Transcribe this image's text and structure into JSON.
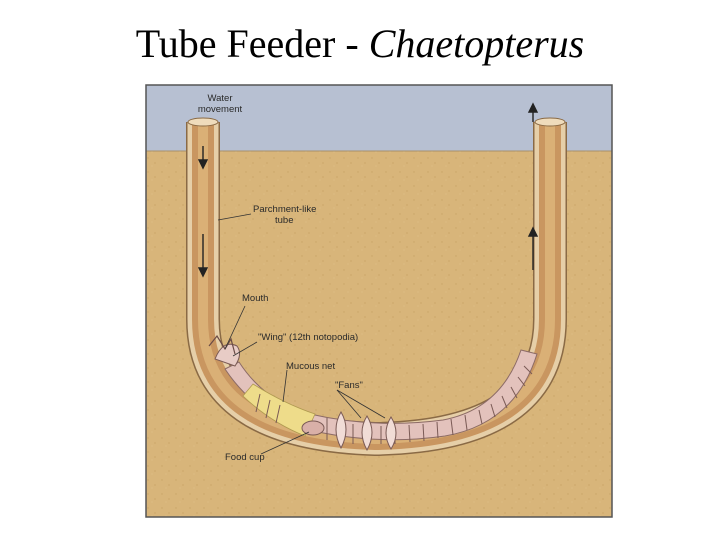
{
  "title": {
    "prefix": "Tube Feeder - ",
    "genus": "Chaetopterus"
  },
  "figure": {
    "labels": {
      "water_movement_1": "Water",
      "water_movement_2": "movement",
      "tube_1": "Parchment-like",
      "tube_2": "tube",
      "mouth": "Mouth",
      "wing": "\"Wing\" (12th notopodia)",
      "mucous_net": "Mucous net",
      "fans": "\"Fans\"",
      "food_cup": "Food cup"
    },
    "colors": {
      "water": "#b7c0d2",
      "sediment": "#d8b57a",
      "tube_wall": "#e2c8a0",
      "tube_lumen": "#c9965c",
      "worm_body": "#e3c2bc",
      "mucous_net": "#eedc8a",
      "frame": "#555555"
    },
    "icons": [
      "water-flow-arrow-icon"
    ]
  }
}
